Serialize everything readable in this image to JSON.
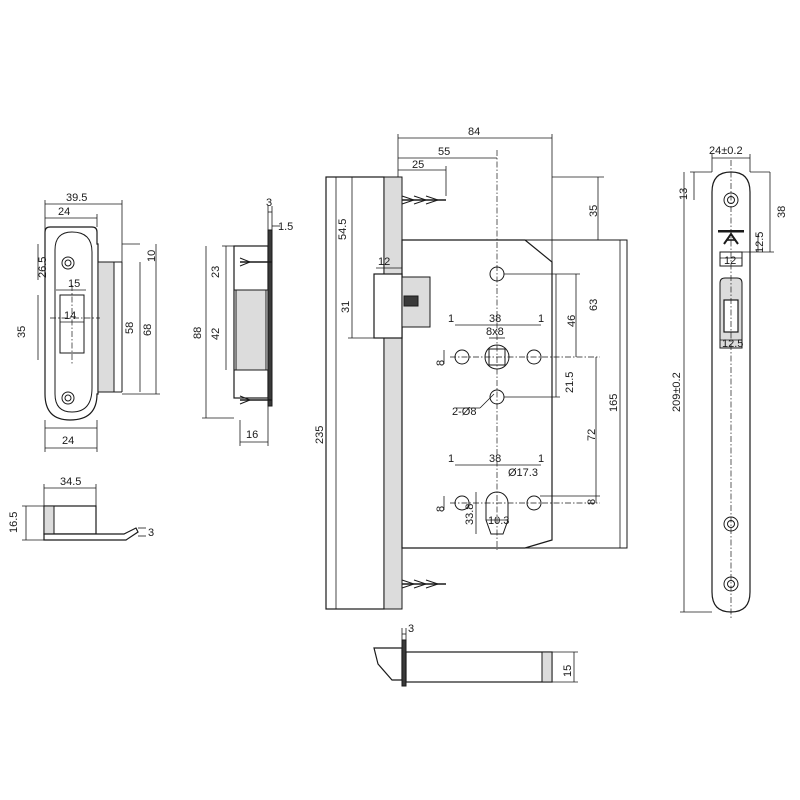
{
  "strike": {
    "w_total": "39.5",
    "w_inner": "24",
    "h_top": "26.5",
    "h_right_top": "10",
    "w_slot": "15",
    "h_left": "35",
    "w_hole": "14",
    "h_slot": "58",
    "h_total": "68",
    "w_bottom": "24"
  },
  "strike_side": {
    "w": "34.5",
    "h": "16.5",
    "t": "3"
  },
  "box": {
    "t_top": "3",
    "t_small": "1.5",
    "h_top": "23",
    "h_total": "88",
    "h_inner": "42",
    "depth": "16"
  },
  "lock": {
    "backset_total": "84",
    "to_handle": "55",
    "to_screw": "25",
    "top_screw": "54.5",
    "top_dist": "35",
    "latch_w": "12",
    "latch_h": "31",
    "handle_to_latch": "63",
    "handle_lower": "46",
    "side_1a": "1",
    "spacing_38a": "38",
    "side_1b": "1",
    "square": "8x8",
    "hole_8a": "8",
    "dist_21_5": "21.5",
    "pin_holes": "2-Ø8",
    "total_165": "165",
    "total_235": "235",
    "dist_72": "72",
    "side_1c": "1",
    "spacing_38b": "38",
    "side_1d": "1",
    "cyl_dia": "Ø17.3",
    "hole_8b": "8",
    "cyl_338": "33.8",
    "cyl_103": "10.3",
    "hole_8c": "8"
  },
  "lock_bottom": {
    "t": "3",
    "h": "15"
  },
  "faceplate": {
    "width": "24±0.2",
    "top_hole": "13",
    "dist_38": "38",
    "dist_125a": "12.5",
    "latch_w": "12",
    "total": "209±0.2",
    "bolt_w": "12.5"
  }
}
